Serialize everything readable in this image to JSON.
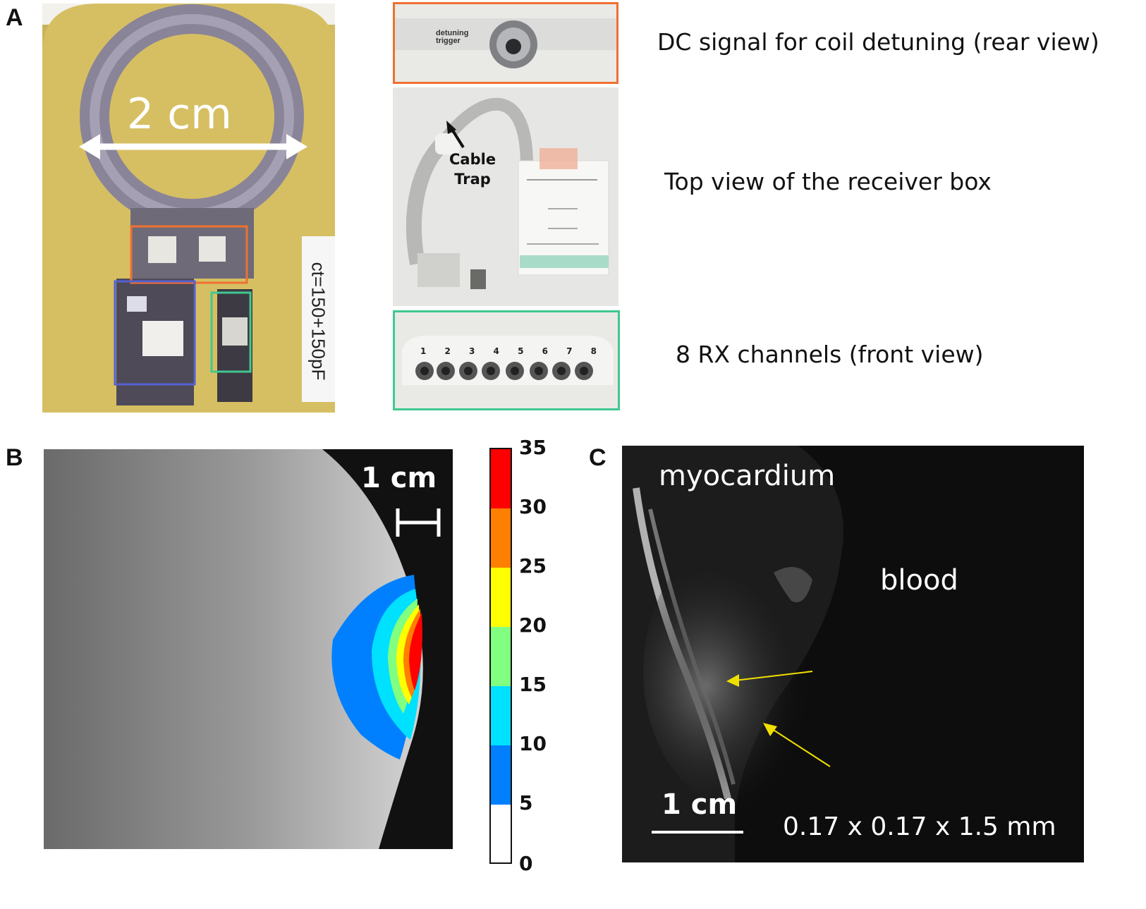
{
  "panel_labels": {
    "a": "A",
    "b": "B",
    "c": "C"
  },
  "panel_a": {
    "coil_photo": {
      "scale_text": "2 cm",
      "cap_label": "ct=150+150pF",
      "box_colors": {
        "orange": "#f07030",
        "blue": "#5560d0",
        "green": "#40c890"
      }
    },
    "rear_view": {
      "button_text_1": "detuning",
      "button_text_2": "trigger"
    },
    "top_view": {
      "annotation_line1": "Cable",
      "annotation_line2": "Trap"
    },
    "front_view": {
      "channel_numbers": [
        "1",
        "2",
        "3",
        "4",
        "5",
        "6",
        "7",
        "8"
      ]
    },
    "captions": {
      "rear": "DC signal for coil detuning (rear view)",
      "top": "Top view of the receiver box",
      "front": "8 RX channels (front view)"
    }
  },
  "panel_b": {
    "scale_text": "1 cm",
    "colorbar": {
      "ticks": [
        "35",
        "30",
        "25",
        "20",
        "15",
        "10",
        "5",
        "0"
      ],
      "colors": [
        "#ff0000",
        "#ff7f00",
        "#ffff00",
        "#80ff80",
        "#00e0ff",
        "#0080ff",
        "#ffffff"
      ]
    }
  },
  "panel_c": {
    "label_myocardium": "myocardium",
    "label_blood": "blood",
    "scale_text": "1 cm",
    "resolution_text": "0.17 x 0.17 x 1.5 mm",
    "arrow_color": "#f0e000"
  }
}
